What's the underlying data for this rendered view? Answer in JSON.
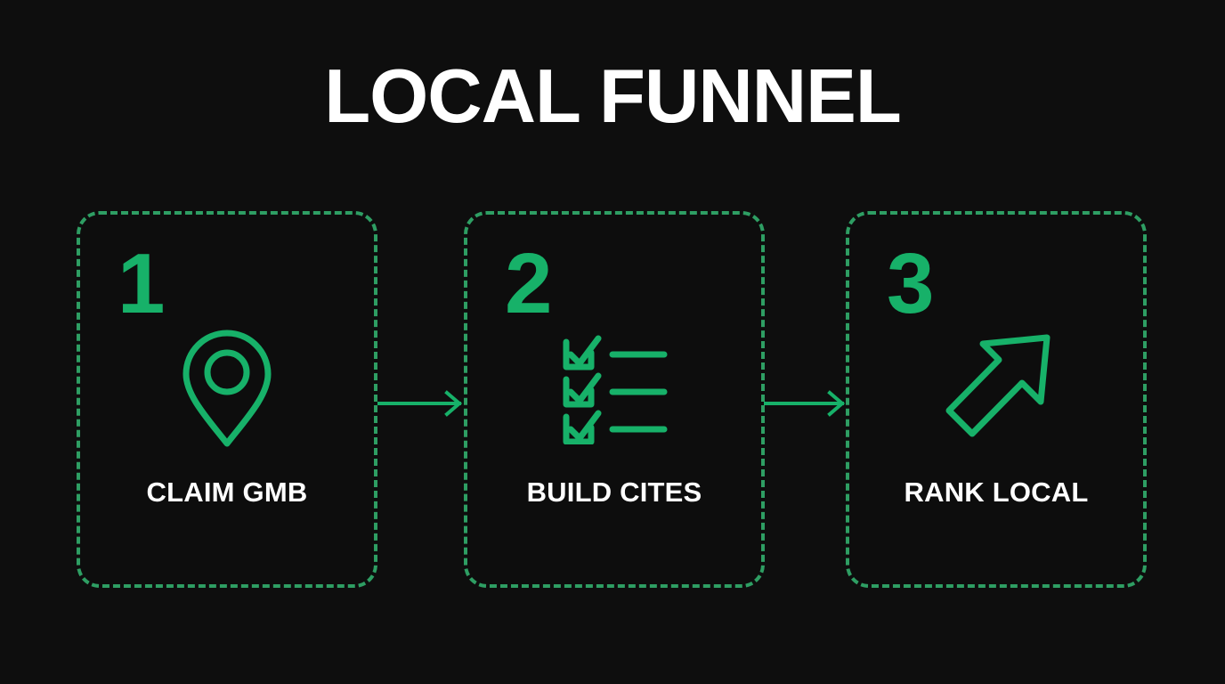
{
  "page": {
    "title": "LOCAL FUNNEL",
    "background_color": "#0e0e0e",
    "accent_color": "#17b169",
    "border_color": "#2e9e63",
    "text_color": "#ffffff"
  },
  "steps": [
    {
      "number": "1",
      "label": "CLAIM GMB",
      "icon": "map-pin-icon"
    },
    {
      "number": "2",
      "label": "BUILD CITES",
      "icon": "checklist-icon"
    },
    {
      "number": "3",
      "label": "RANK LOCAL",
      "icon": "growth-arrow-icon"
    }
  ],
  "connectors": [
    {
      "name": "arrow-step1-to-step2"
    },
    {
      "name": "arrow-step2-to-step3"
    }
  ]
}
